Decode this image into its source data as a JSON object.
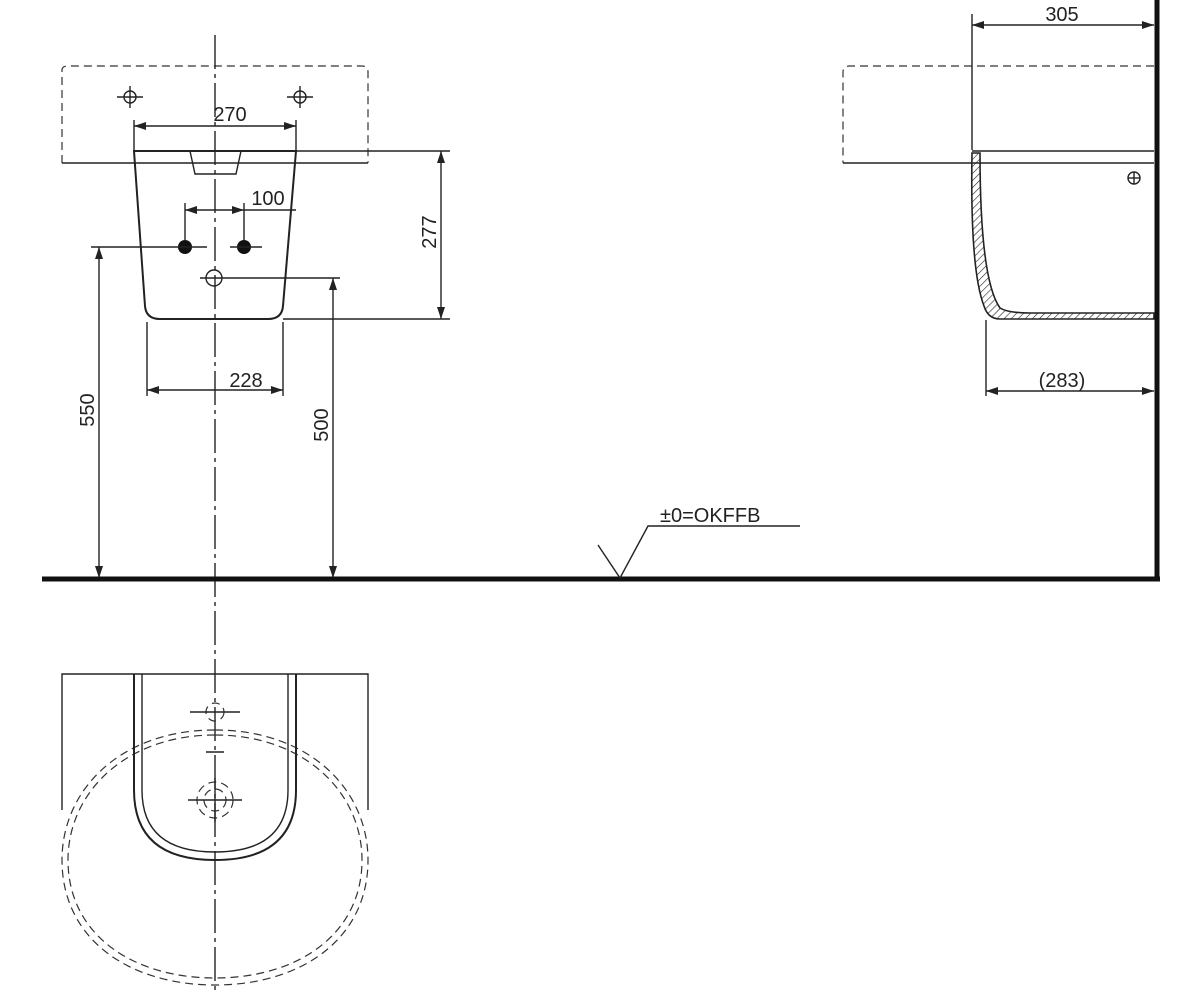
{
  "diagram": {
    "front_view": {
      "dim_bowl_width": "270",
      "dim_hole_spacing": "100",
      "dim_height": "277",
      "dim_bottom_width": "228",
      "dim_hole_height": "550",
      "dim_waste_height": "500"
    },
    "side_view": {
      "dim_depth_top": "305",
      "dim_depth_bottom": "(283)"
    },
    "floor_label": "±0=OKFFB"
  }
}
